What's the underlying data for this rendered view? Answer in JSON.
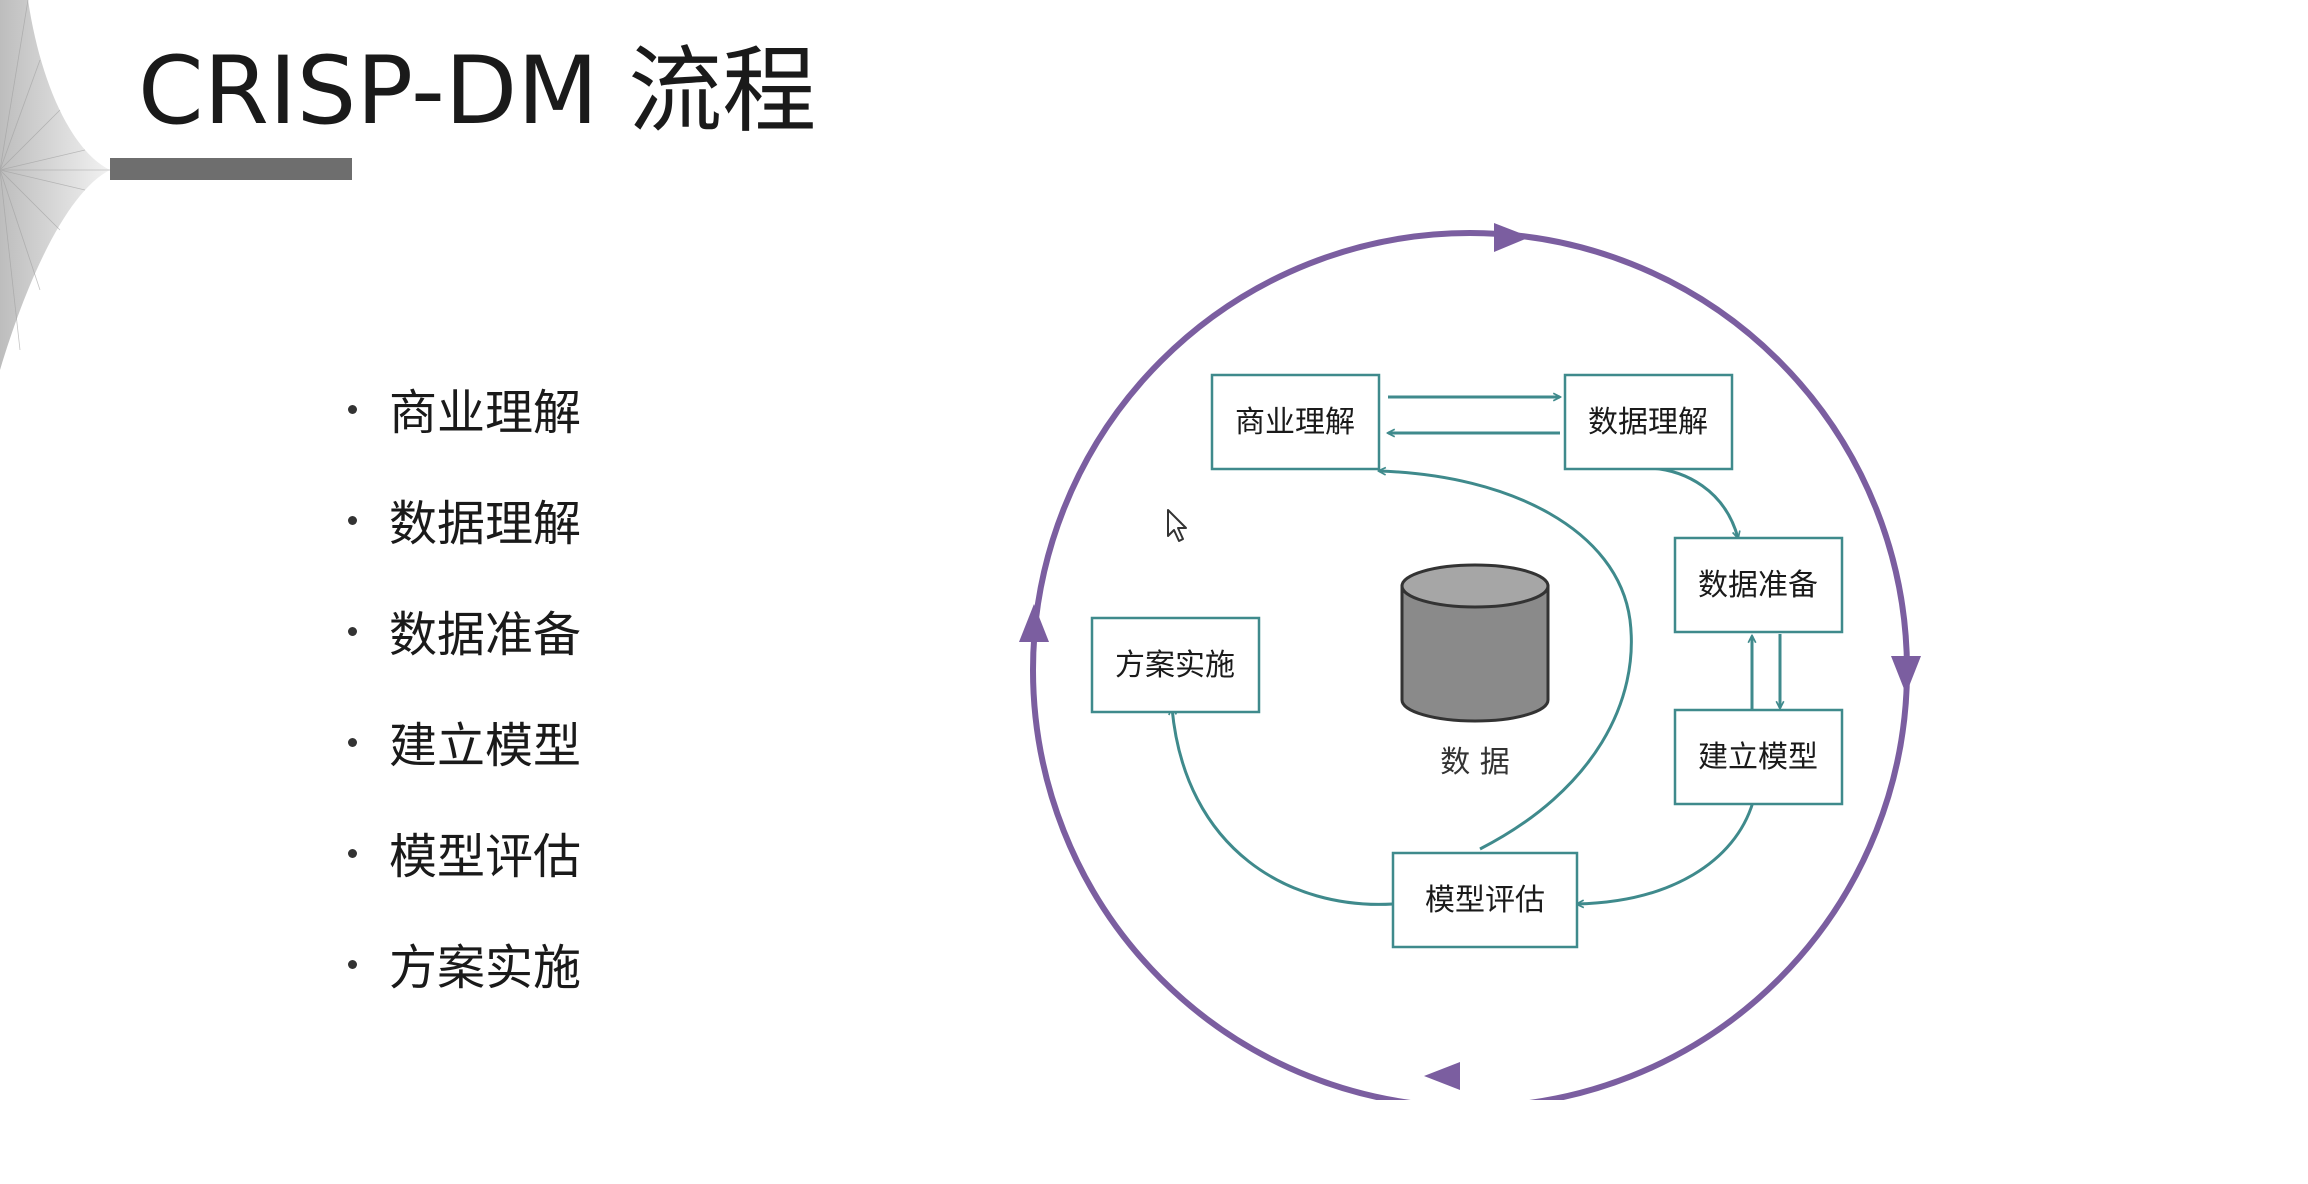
{
  "slide": {
    "title": "CRISP-DM 流程",
    "bullets": [
      {
        "label": "商业理解"
      },
      {
        "label": "数据理解"
      },
      {
        "label": "数据准备"
      },
      {
        "label": "建立模型"
      },
      {
        "label": "模型评估"
      },
      {
        "label": "方案实施"
      }
    ]
  },
  "diagram": {
    "nodes": {
      "business": "商业理解",
      "data_understanding": "数据理解",
      "data_prep": "数据准备",
      "modeling": "建立模型",
      "evaluation": "模型评估",
      "deployment": "方案实施"
    },
    "center_label": "数 据",
    "colors": {
      "outer_cycle": "#7b5ea0",
      "flow_arrows": "#3f8a8c",
      "box_border": "#3f8a8c",
      "database_fill": "#8a8a8a"
    }
  }
}
